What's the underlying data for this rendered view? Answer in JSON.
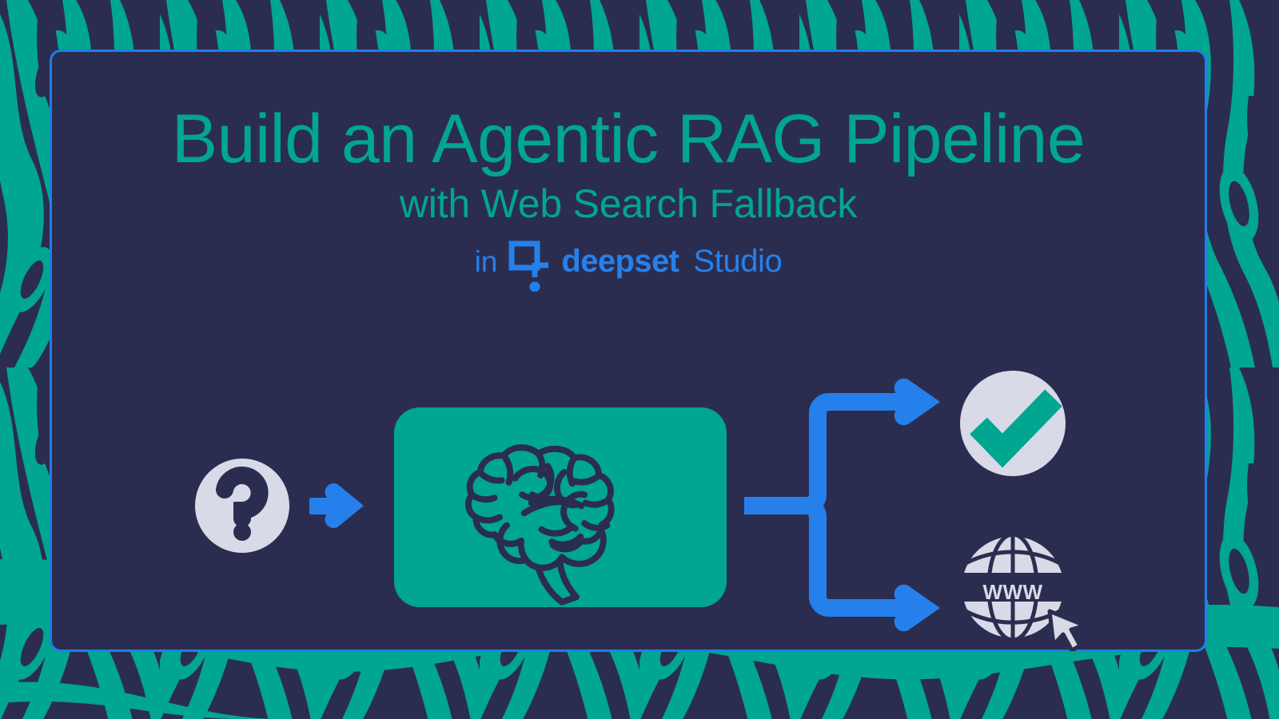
{
  "colors": {
    "background_navy": "#2B2D50",
    "teal": "#00A690",
    "blue": "#2680EB",
    "border_blue": "#1E7FE8",
    "light_gray": "#D8DAE8"
  },
  "header": {
    "title": "Build an Agentic RAG Pipeline",
    "subtitle": "with Web Search Fallback",
    "brand_prefix": "in",
    "brand_name": "deepset",
    "brand_product": "Studio",
    "logo_icon": "deepset-square-node-logo"
  },
  "diagram": {
    "nodes": [
      {
        "id": "query",
        "icon": "question-mark-circle-icon",
        "label": ""
      },
      {
        "id": "agent",
        "icon": "brain-icon",
        "label": ""
      },
      {
        "id": "answer",
        "icon": "check-circle-icon",
        "label": ""
      },
      {
        "id": "websearch",
        "icon": "www-globe-cursor-icon",
        "label": "WWW"
      }
    ],
    "connectors": [
      {
        "id": "query-to-agent",
        "icon": "arrow-right-icon"
      },
      {
        "id": "agent-branch",
        "icon": "branching-arrow-icon"
      }
    ],
    "globe_text": "WWW"
  }
}
